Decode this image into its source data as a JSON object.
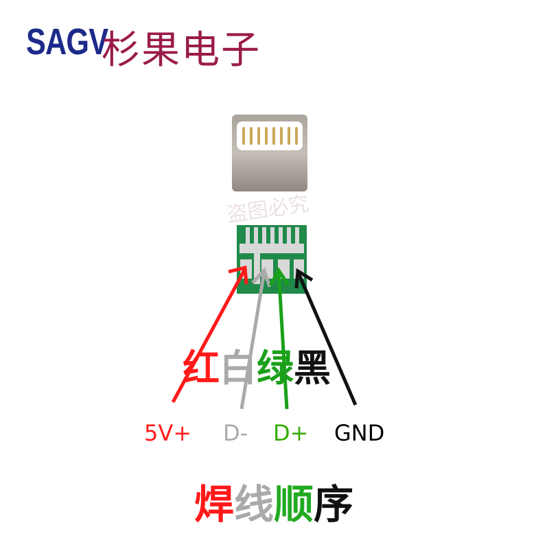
{
  "logo": {
    "latin": "SAGV",
    "chinese": "杉果电子"
  },
  "watermark": "盗图必究",
  "wire_colors": [
    {
      "label": "红",
      "color": "#ff1a1a"
    },
    {
      "label": "白",
      "color": "#aaaaaa"
    },
    {
      "label": "绿",
      "color": "#1aa01a"
    },
    {
      "label": "黑",
      "color": "#111111"
    }
  ],
  "pins": [
    {
      "label": "5V+",
      "color": "#ff1a1a"
    },
    {
      "label": "D-",
      "color": "#aaaaaa"
    },
    {
      "label": "D+",
      "color": "#33aa00"
    },
    {
      "label": "GND",
      "color": "#000000"
    }
  ],
  "caption": [
    {
      "text": "焊",
      "color": "#ff1a1a"
    },
    {
      "text": "线",
      "color": "#aaaaaa"
    },
    {
      "text": "顺",
      "color": "#22aa22"
    },
    {
      "text": "序",
      "color": "#111111"
    }
  ]
}
